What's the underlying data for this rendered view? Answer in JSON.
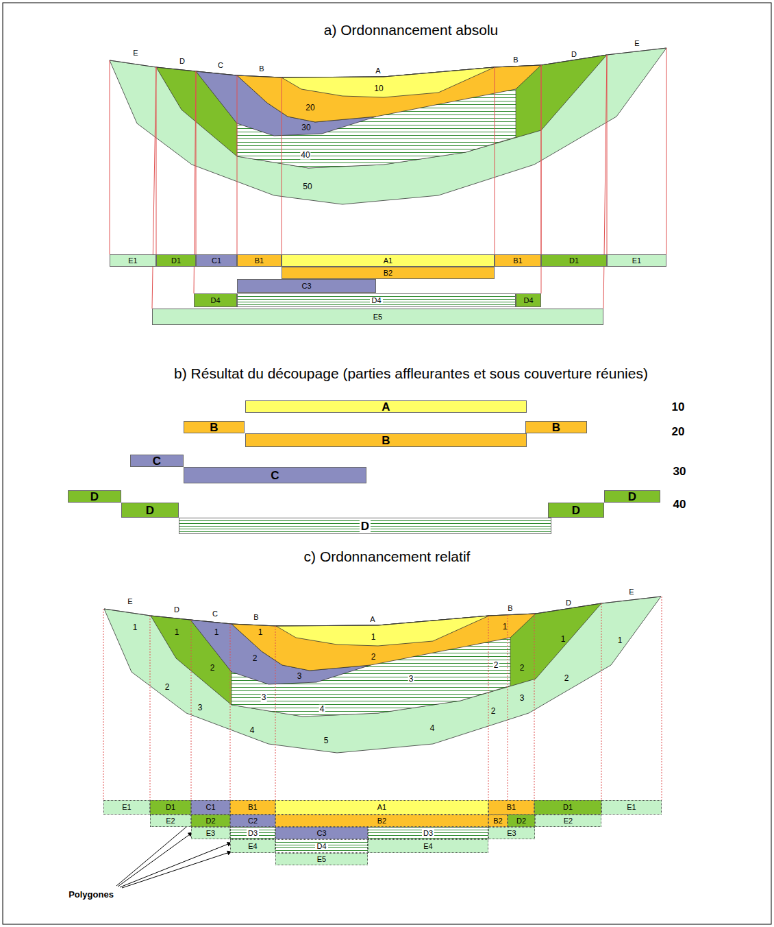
{
  "diagram": {
    "nodes": [
      {
        "text": [
          "E1"
        ]
      },
      {
        "text": [
          "D1"
        ]
      },
      {
        "text": [
          "C1"
        ]
      },
      {
        "text": [
          "B1"
        ]
      },
      {
        "text": [
          "A1"
        ]
      },
      {
        "text": [
          "B1"
        ]
      },
      {
        "text": [
          "D1"
        ]
      },
      {
        "text": [
          "E1"
        ]
      },
      {
        "text": [
          "B2"
        ]
      },
      {
        "text": [
          "C3"
        ]
      },
      {
        "text": [
          "D4"
        ]
      },
      {
        "text": [
          "D4"
        ]
      },
      {
        "text": [
          "D4"
        ]
      },
      {
        "text": [
          "E5"
        ]
      },
      {
        "text": [
          "A"
        ]
      },
      {
        "text": [
          "B"
        ]
      },
      {
        "text": [
          "B"
        ]
      },
      {
        "text": [
          "B"
        ]
      },
      {
        "text": [
          "C"
        ]
      },
      {
        "text": [
          "C"
        ]
      },
      {
        "text": [
          "D"
        ]
      },
      {
        "text": [
          "D"
        ]
      },
      {
        "text": [
          "D"
        ]
      },
      {
        "text": [
          "D"
        ]
      },
      {
        "text": [
          "D"
        ]
      },
      {
        "text": [
          "E1"
        ]
      },
      {
        "text": [
          "D1"
        ]
      },
      {
        "text": [
          "C1"
        ]
      },
      {
        "text": [
          "B1"
        ]
      },
      {
        "text": [
          "A1"
        ]
      },
      {
        "text": [
          "B1"
        ]
      },
      {
        "text": [
          "D1"
        ]
      },
      {
        "text": [
          "E1"
        ]
      },
      {
        "text": [
          "E2"
        ]
      },
      {
        "text": [
          "D2"
        ]
      },
      {
        "text": [
          "C2"
        ]
      },
      {
        "text": [
          "B2"
        ]
      },
      {
        "text": [
          "B2"
        ]
      },
      {
        "text": [
          "D2"
        ]
      },
      {
        "text": [
          "E2"
        ]
      },
      {
        "text": [
          "E3"
        ]
      },
      {
        "text": [
          "D3"
        ]
      },
      {
        "text": [
          "C3"
        ]
      },
      {
        "text": [
          "D3"
        ]
      },
      {
        "text": [
          "E3"
        ]
      },
      {
        "text": [
          "E4"
        ]
      },
      {
        "text": [
          "D4"
        ]
      },
      {
        "text": [
          "E4"
        ]
      },
      {
        "text": [
          "E5"
        ]
      }
    ],
    "labels": [
      "a) Ordonnancement absolu",
      "E",
      "D",
      "C",
      "B",
      "A",
      "B",
      "D",
      "E",
      "10",
      "20",
      "30",
      "40",
      "50",
      "b) Résultat du découpage (parties affleurantes et sous couverture réunies)",
      "10",
      "20",
      "30",
      "40",
      "c) Ordonnancement relatif",
      "E",
      "D",
      "C",
      "B",
      "A",
      "B",
      "D",
      "E",
      "1",
      "1",
      "1",
      "1",
      "1",
      "1",
      "1",
      "1",
      "2",
      "2",
      "2",
      "3",
      "3",
      "3",
      "4",
      "2",
      "2",
      "2",
      "3",
      "4",
      "5",
      "4",
      "2",
      "3",
      "2",
      "Polygones"
    ]
  }
}
